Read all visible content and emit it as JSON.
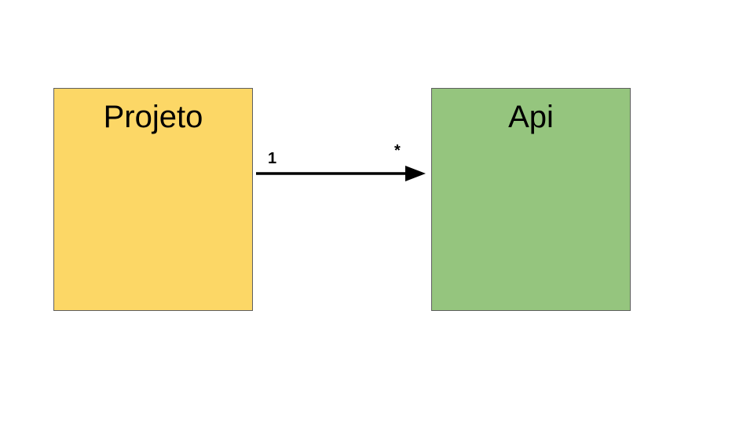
{
  "diagram": {
    "entities": [
      {
        "label": "Projeto",
        "fill": "#fcd766"
      },
      {
        "label": "Api",
        "fill": "#95c57e"
      }
    ],
    "relationship": {
      "source_multiplicity": "1",
      "target_multiplicity": "*",
      "line_color": "#000000"
    }
  }
}
